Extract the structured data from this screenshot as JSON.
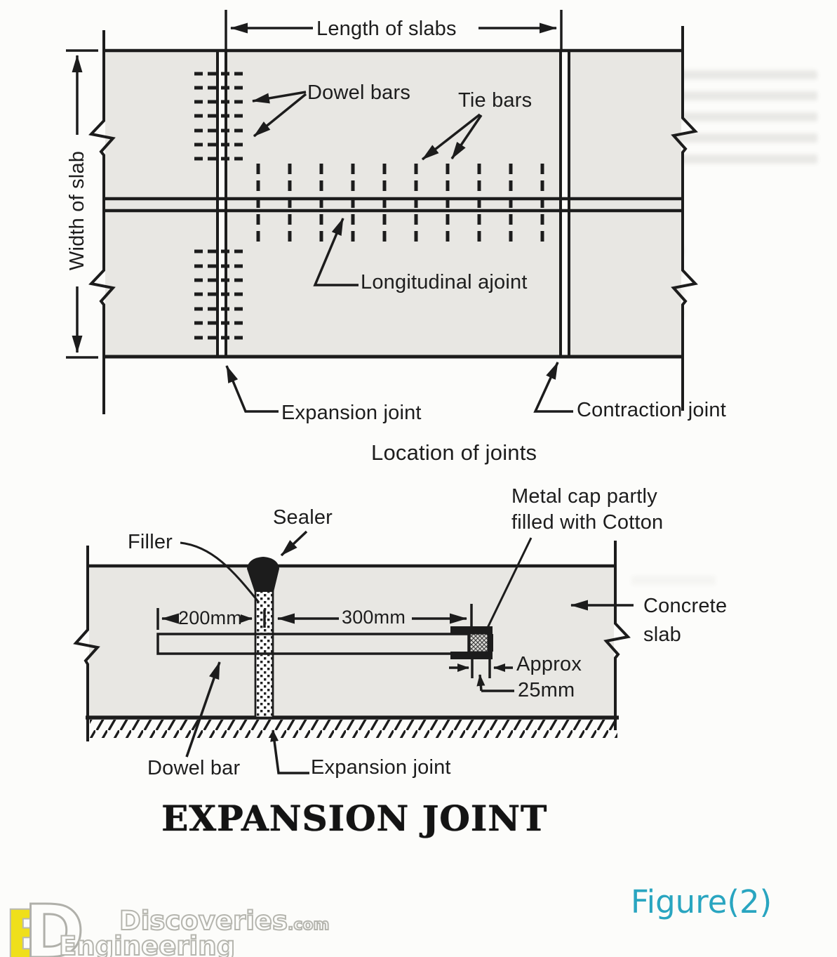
{
  "top_diagram": {
    "caption": "Location of joints",
    "labels": {
      "length_of_slabs": "Length of slabs",
      "width_of_slab": "Width of slab",
      "dowel_bars": "Dowel bars",
      "tie_bars": "Tie bars",
      "longitudinal_joint": "Longitudinal ajoint",
      "expansion_joint": "Expansion joint",
      "contraction_joint": "Contraction joint"
    }
  },
  "bottom_diagram": {
    "title": "EXPANSION JOINT",
    "labels": {
      "sealer": "Sealer",
      "filler": "Filler",
      "metal_cap_line1": "Metal cap partly",
      "metal_cap_line2": "filled with Cotton",
      "concrete_line1": "Concrete",
      "concrete_line2": "slab",
      "dowel_bar": "Dowel bar",
      "expansion_joint": "Expansion joint",
      "approx": "Approx"
    },
    "dimensions": {
      "left_embedment": "200mm",
      "right_embedment": "300mm",
      "cap_gap": "25mm"
    }
  },
  "figure": {
    "caption": "Figure(2)",
    "caption_color": "#29a5c0"
  },
  "watermark": {
    "letter_e": "E",
    "letter_d": "D",
    "brand": "Discoveries",
    "brand_suffix": ".com",
    "brand_line2": "Engineering",
    "accent_color": "#efdf1b"
  },
  "colors": {
    "ink": "#1c1c1c",
    "slab_fill": "#e8e7e3",
    "paper": "#fcfcfa"
  }
}
